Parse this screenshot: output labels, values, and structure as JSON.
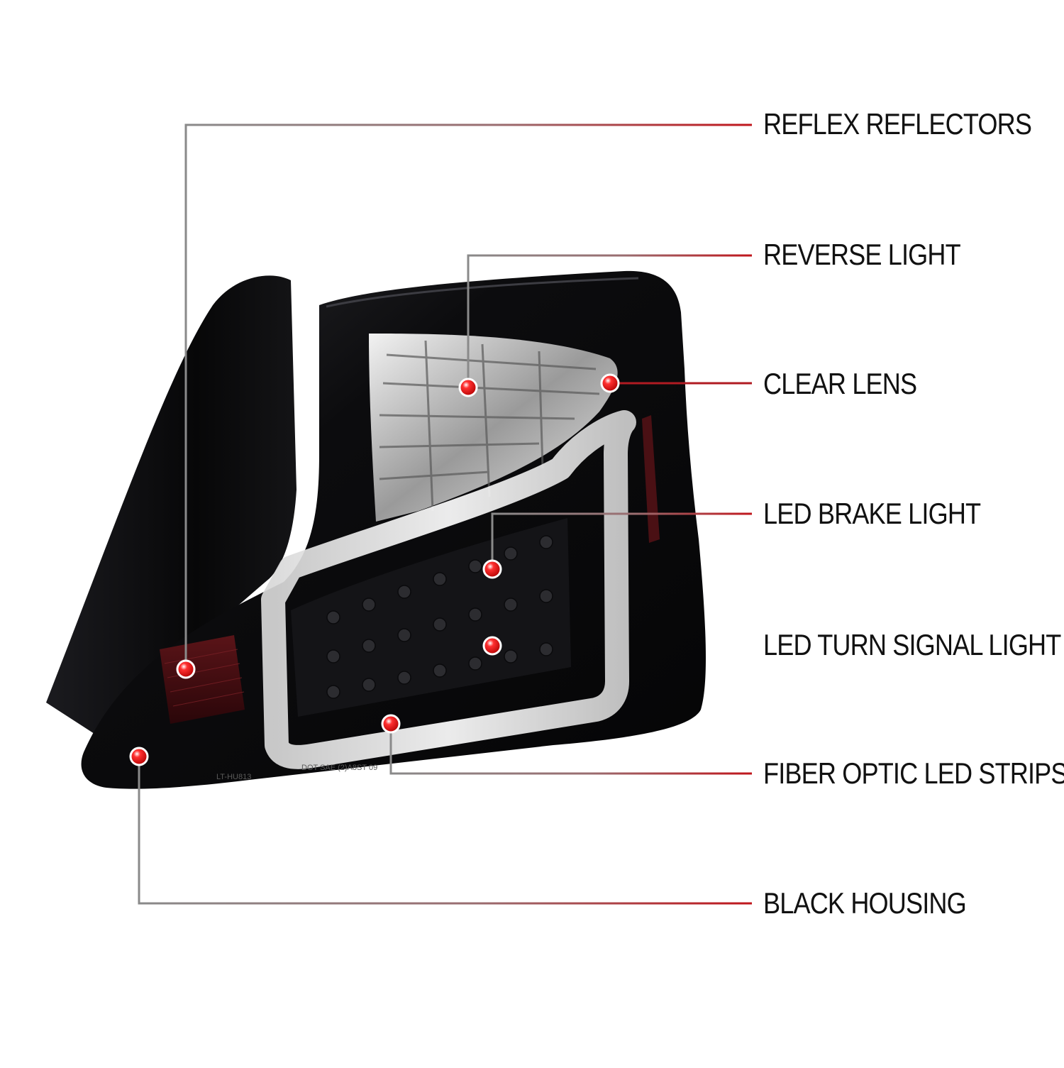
{
  "callouts": [
    {
      "id": "reflex-reflectors",
      "label": "REFLEX REFLECTORS"
    },
    {
      "id": "reverse-light",
      "label": "REVERSE LIGHT"
    },
    {
      "id": "clear-lens",
      "label": "CLEAR LENS"
    },
    {
      "id": "led-brake-light",
      "label": "LED BRAKE LIGHT"
    },
    {
      "id": "led-turn-signal-light",
      "label": "LED TURN SIGNAL LIGHT"
    },
    {
      "id": "fiber-optic-led-strips",
      "label": "FIBER OPTIC LED STRIPS"
    },
    {
      "id": "black-housing",
      "label": "BLACK HOUSING"
    }
  ],
  "lamp_markings": {
    "part_number": "LT-HU813",
    "certification": "DOT  SAE  (2)A8ST  09"
  },
  "colors": {
    "marker": "#e01010",
    "leader_line_start": "#8a8a8a",
    "leader_line_end": "#c0161c",
    "housing": "#0b0b0d"
  }
}
